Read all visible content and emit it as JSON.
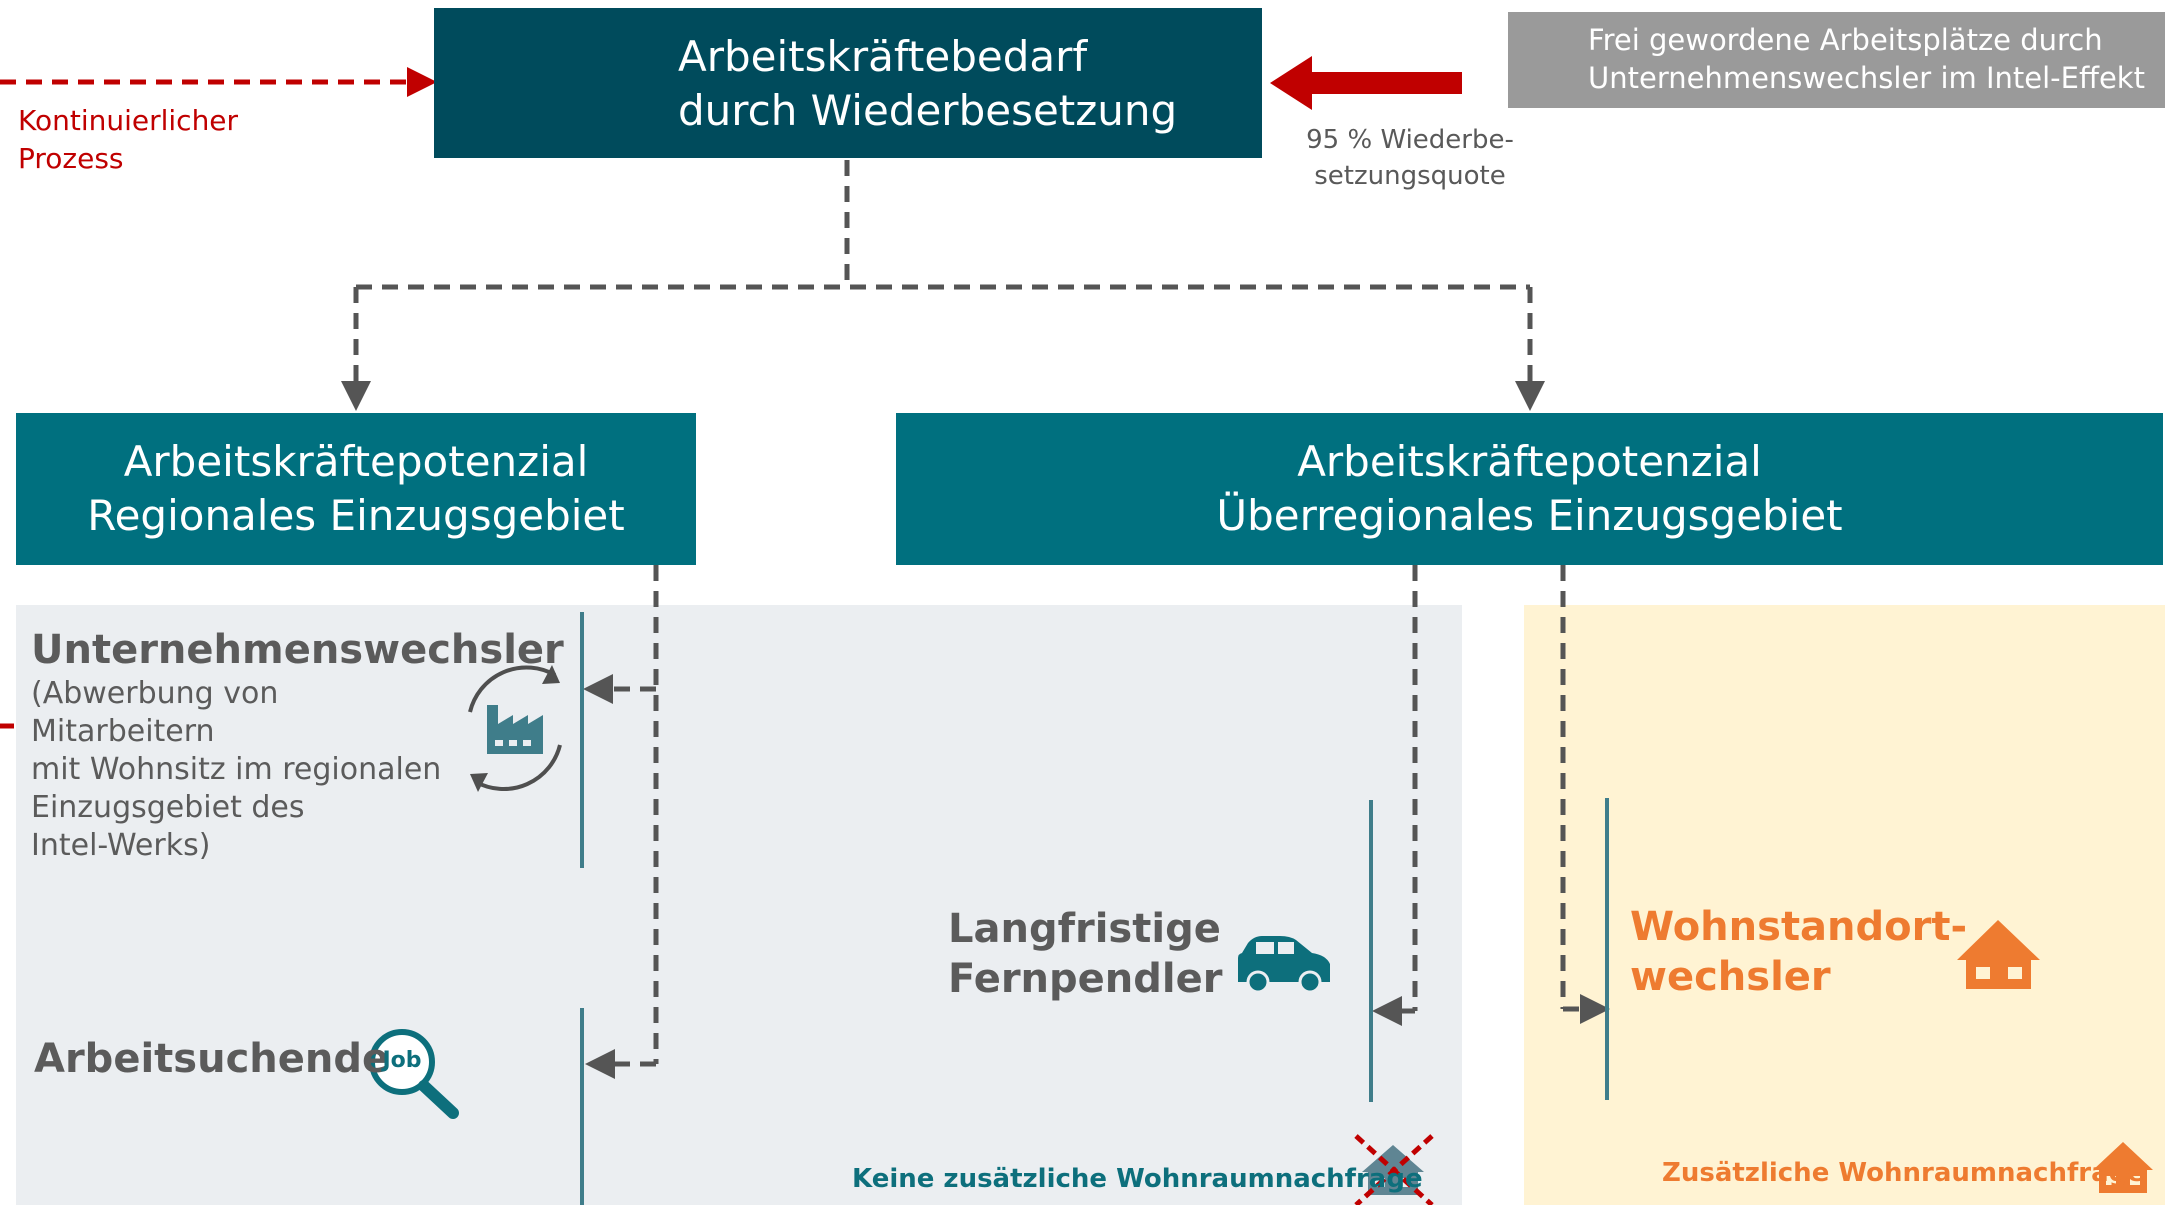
{
  "top_box": {
    "line1": "Arbeitskräftebedarf",
    "line2": "durch Wiederbesetzung",
    "icon": "factory-icon"
  },
  "left_note": {
    "line1": "Kontinuierlicher",
    "line2": "Prozess"
  },
  "right_note": {
    "line1": "Frei gewordene Arbeitsplätze durch",
    "line2": "Unternehmenswechsler im Intel-Effekt",
    "icon": "factory-recycle-icon"
  },
  "quota": {
    "line1": "95 % Wiederbe-",
    "line2": "setzungsquote"
  },
  "regional_box": {
    "line1": "Arbeitskräftepotenzial",
    "line2": "Regionales Einzugsgebiet"
  },
  "supraregional_box": {
    "line1": "Arbeitskräftepotenzial",
    "line2": "Überregionales Einzugsgebiet"
  },
  "company_switchers": {
    "title": "Unternehmenswechsler",
    "line1": "(Abwerbung von Mitarbeitern",
    "line2": "mit Wohnsitz im regionalen",
    "line3": "Einzugsgebiet des",
    "line4": "Intel-Werks)",
    "icon": "factory-cycle-icon"
  },
  "jobseekers": {
    "title": "Arbeitsuchende",
    "icon_text": "Job",
    "icon": "job-search-icon"
  },
  "commuters": {
    "line1": "Langfristige",
    "line2": "Fernpendler",
    "icon": "car-icon"
  },
  "relocators": {
    "line1": "Wohnstandort-",
    "line2": "wechsler",
    "icon": "house-icon"
  },
  "no_housing_demand": {
    "text": "Keine zusätzliche Wohnraumnachfrage",
    "icon": "crossed-house-icon"
  },
  "housing_demand": {
    "text": "Zusätzliche Wohnraumnachfrage",
    "icon": "house-icon"
  },
  "colors": {
    "dark_teal": "#004b5c",
    "teal": "#00707f",
    "red": "#c00000",
    "orange": "#ee7b30",
    "grey_panel": "#ebeef1",
    "yellow_panel": "#fff3d3"
  }
}
